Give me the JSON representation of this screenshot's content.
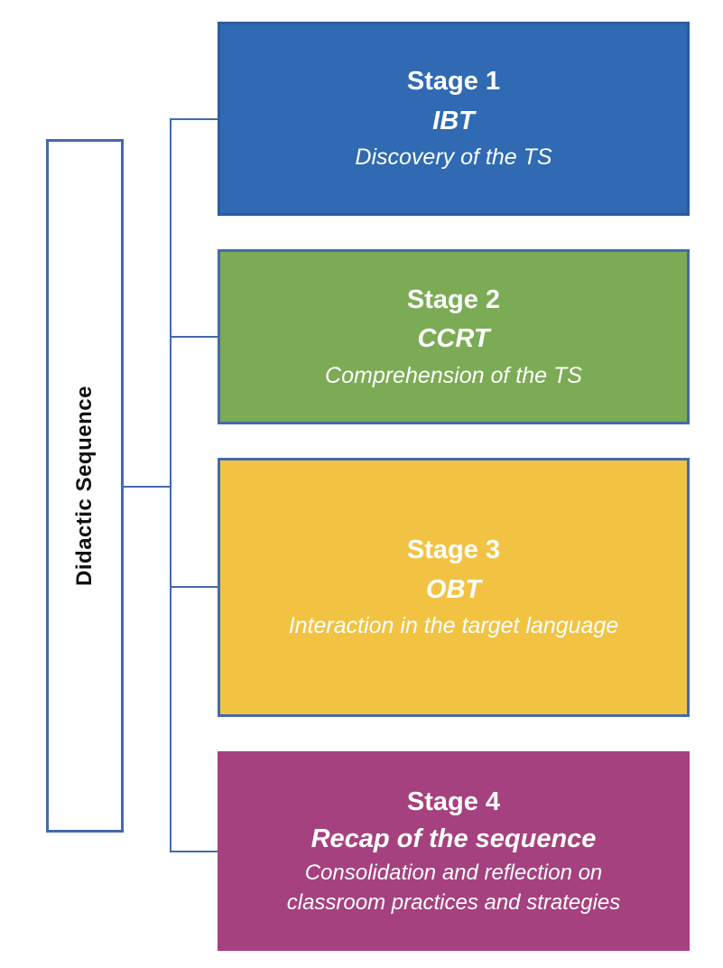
{
  "diagram": {
    "root": {
      "label": "Didactic Sequence"
    },
    "stages": [
      {
        "title": "Stage 1",
        "acronym": "IBT",
        "description": "Discovery of the TS",
        "fill": "#2F6AB2",
        "border": "#2B5C9B"
      },
      {
        "title": "Stage 2",
        "acronym": "CCRT",
        "description": "Comprehension of the TS",
        "fill": "#7CAB55",
        "border": "#4569AC"
      },
      {
        "title": "Stage 3",
        "acronym": "OBT",
        "description": "Interaction in the target language",
        "fill": "#F2C343",
        "border": "#4569AC"
      },
      {
        "title": "Stage 4",
        "acronym": "Recap of the sequence",
        "description": "Consolidation and reflection on classroom practices and strategies",
        "fill": "#A5417F",
        "border": "#A5417F"
      }
    ],
    "colors": {
      "connector": "#4569AC",
      "root_border": "#4569AC",
      "root_text": "#111111",
      "stage_text": "#FFFFFF",
      "background": "#FFFFFF"
    }
  }
}
